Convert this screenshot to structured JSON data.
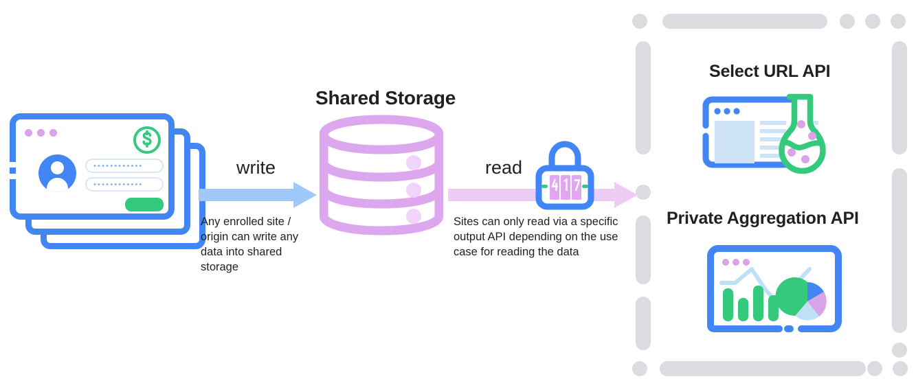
{
  "diagram": {
    "title": "Shared Storage data flow",
    "center": {
      "label": "Shared Storage",
      "icon": "database-cylinder-icon"
    },
    "source": {
      "icon": "stacked-browser-windows-icon",
      "window_dots": [
        "dot",
        "dot",
        "dot"
      ],
      "badge_icon": "dollar-coin-icon",
      "avatar_icon": "user-avatar-icon",
      "field_one_value": "••••••••••••",
      "field_two_value": "••••••••••••",
      "submit_icon": "submit-button-pill"
    },
    "write_flow": {
      "label": "write",
      "caption": "Any enrolled site / origin can write any data into shared storage",
      "arrow_icon": "arrow-right-icon",
      "color": "#9ec9f8"
    },
    "read_flow": {
      "label": "read",
      "caption": "Sites can only read via a specific output API depending on the use case for reading the data",
      "arrow_icon": "arrow-right-icon",
      "color": "#eecdf5",
      "lock": {
        "icon": "combination-lock-icon",
        "combination": "417",
        "digit_color": "#d99ce8",
        "body_color": "#4285f4",
        "tick_color": "#34c97c"
      }
    },
    "outputs": {
      "panel_icon": "dashed-group-border",
      "items": [
        {
          "label": "Select URL API",
          "icon": "browser-window-with-flask-icon"
        },
        {
          "label": "Private Aggregation API",
          "icon": "browser-window-with-charts-icon"
        }
      ]
    },
    "colors": {
      "blue": "#4285f4",
      "green": "#34c97c",
      "purple": "#d9a3e8",
      "light_blue": "#9ec9f8",
      "light_purple": "#eecdf5",
      "gray": "#dadce0",
      "text": "#202124"
    }
  }
}
